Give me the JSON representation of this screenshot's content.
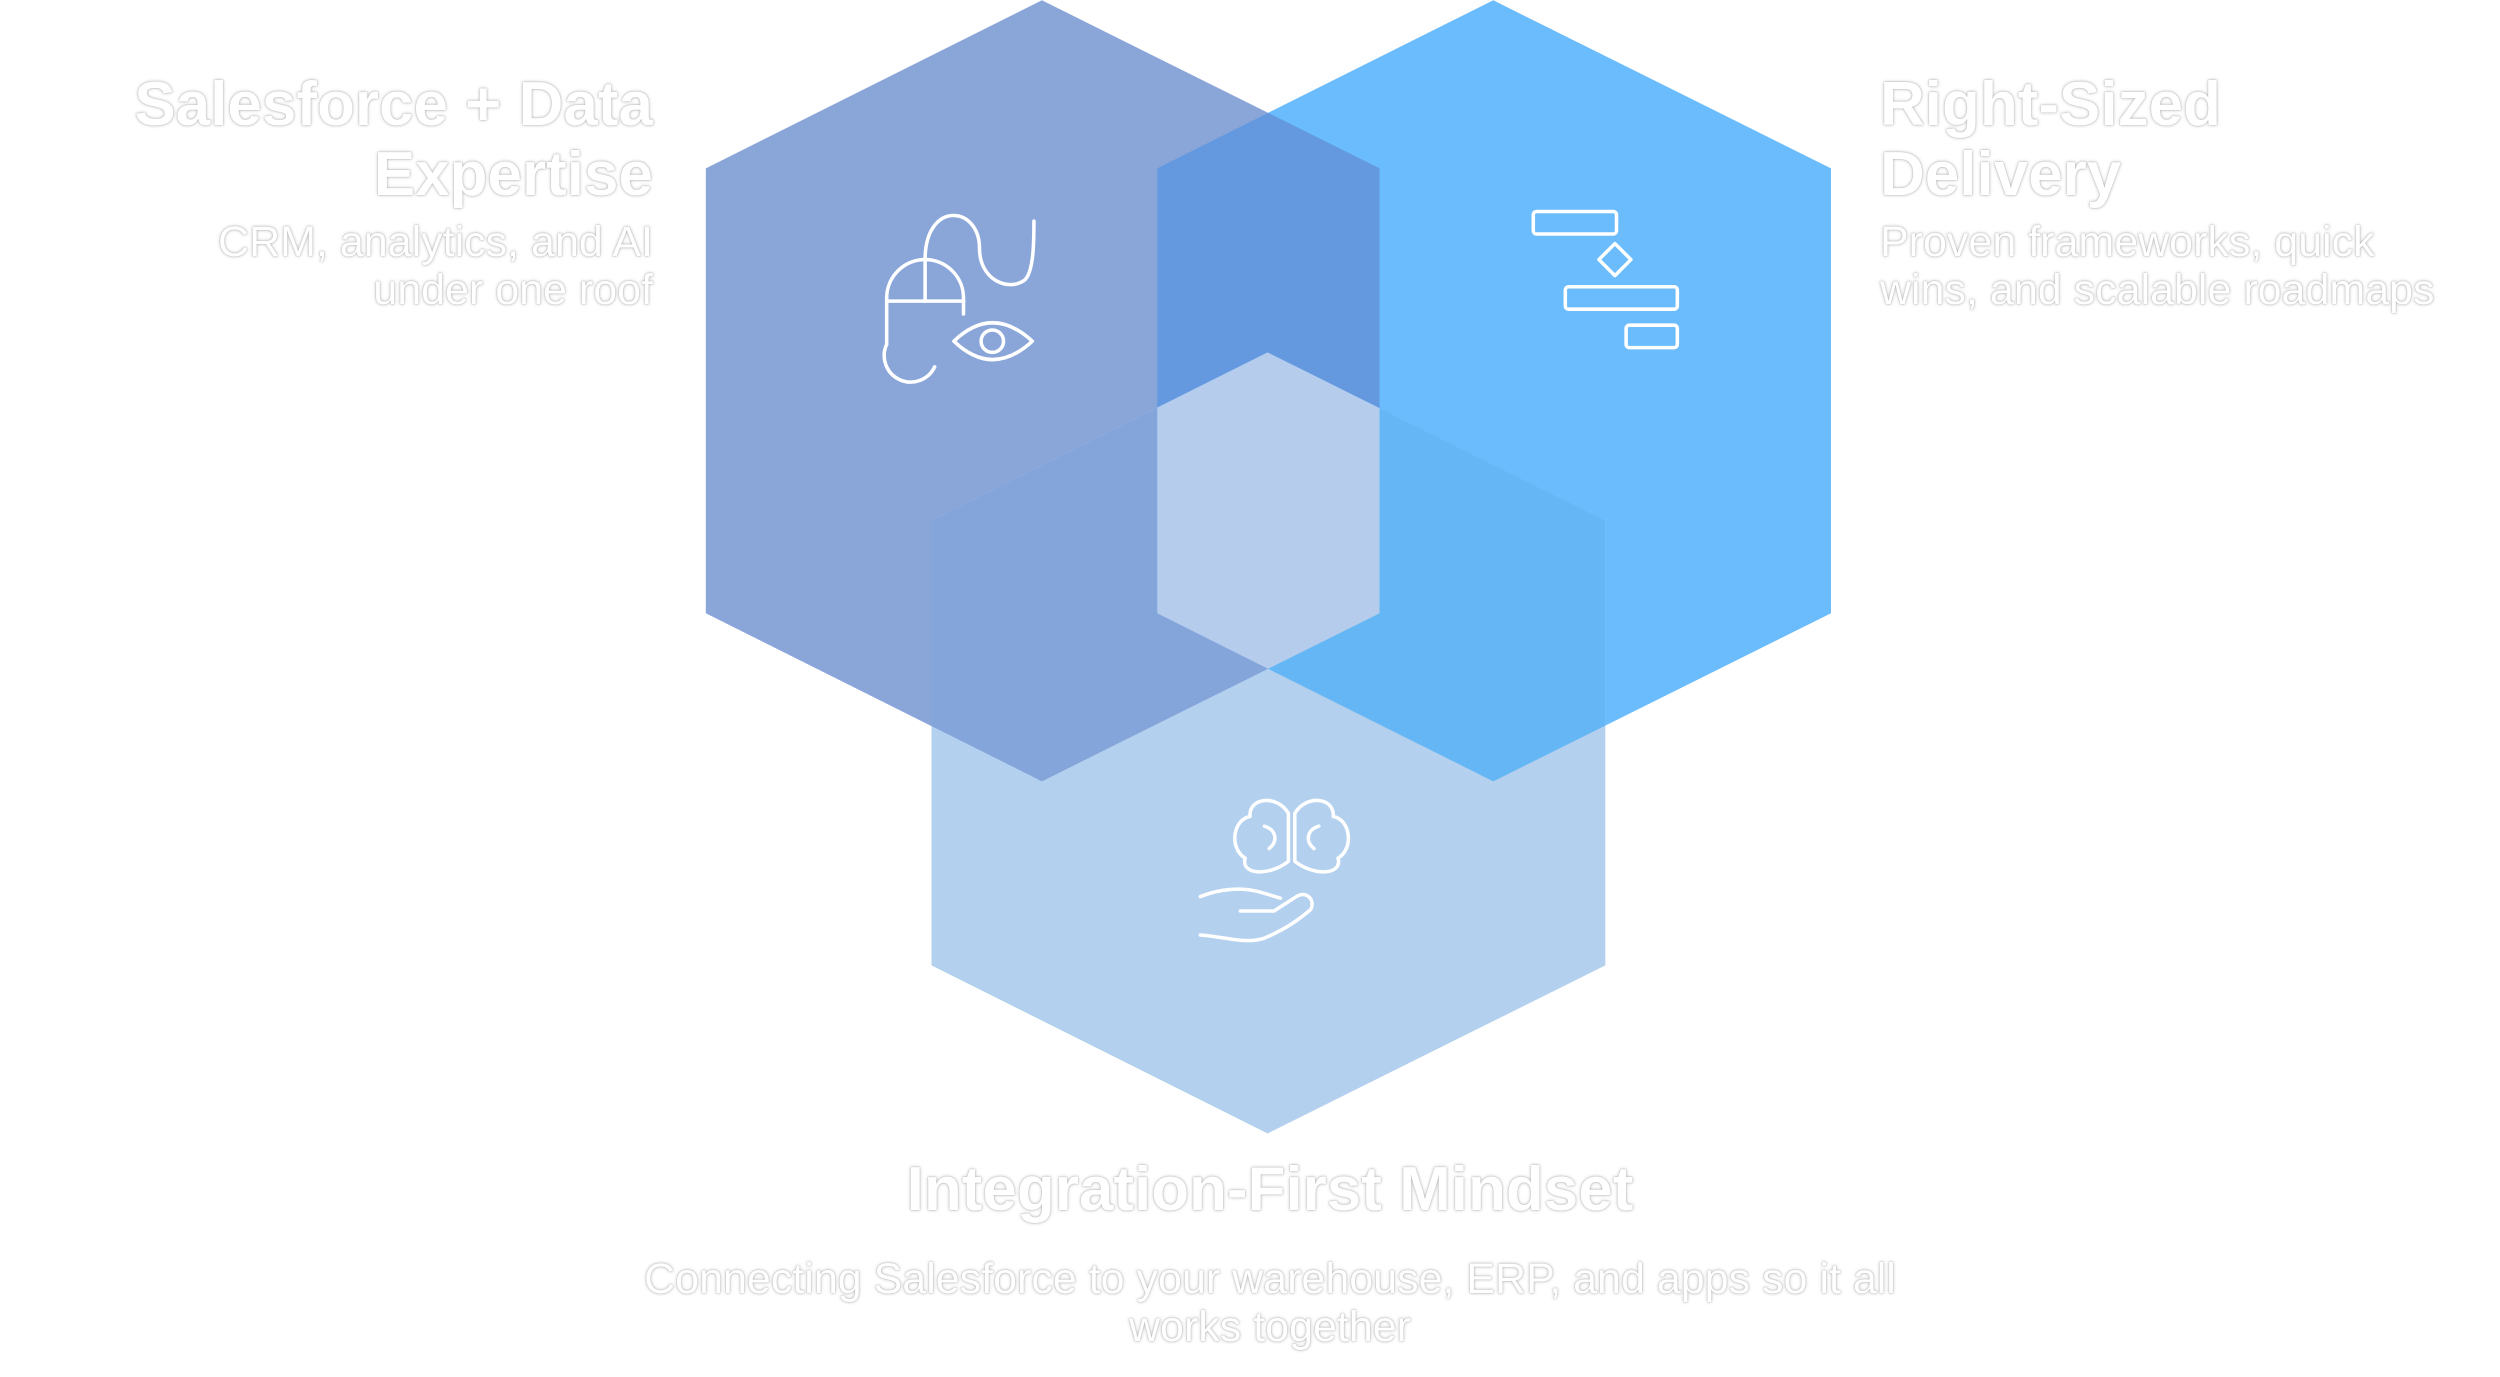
{
  "diagram": {
    "colors": {
      "hex_left": "#8AA6D9",
      "hex_right": "#6BBCFD",
      "hex_bottom": "#B3D0EE",
      "overlap_left_right": "#6499E0",
      "overlap_right_bottom": "#64B6F5",
      "overlap_left_bottom": "#84A5DA",
      "overlap_center": "#B5CCEC",
      "icon_stroke": "#ffffff"
    },
    "segments": [
      {
        "title": "Salesforce + Data Expertise",
        "description": "CRM, analytics, and AI under one roof",
        "icon": "mouse-eye-icon"
      },
      {
        "title": "Right-Sized Delivery",
        "description": "Proven frameworks, quick wins, and scalable roadmaps",
        "icon": "roadmap-gantt-icon"
      },
      {
        "title": "Integration-First Mindset",
        "description": "Connecting Salesforce to your warehouse, ERP, and apps so it all works together",
        "icon": "brain-hand-icon"
      }
    ]
  }
}
